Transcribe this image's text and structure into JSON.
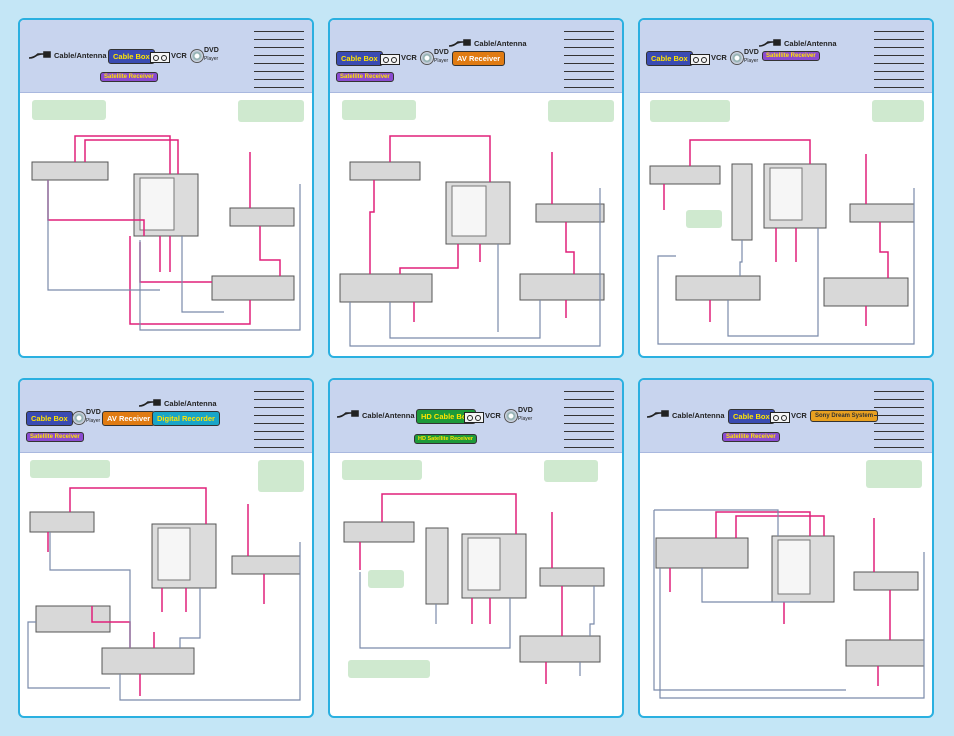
{
  "labels": {
    "cable_antenna": "Cable/Antenna",
    "cable_box": "Cable Box",
    "vcr": "VCR",
    "dvd": "DVD",
    "player": "Player",
    "satellite_receiver": "Satellite Receiver",
    "av_receiver": "AV Receiver",
    "digital_recorder": "Digital Recorder",
    "hd_cable_box": "HD Cable Box",
    "hd_satellite_receiver": "HD Satellite Receiver",
    "sony_dream_system": "Sony Dream System"
  },
  "colors": {
    "background": "#c4e6f6",
    "panel_border": "#2ab0e0",
    "header": "#c8d4ee",
    "cable_pink": "#e0207a",
    "cable_blue": "#7a8aaa",
    "device_gray": "#d8d8d8"
  }
}
